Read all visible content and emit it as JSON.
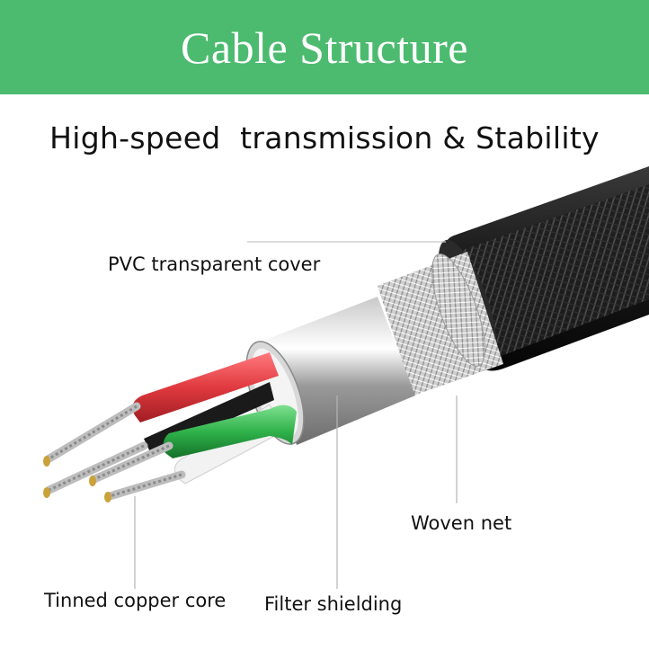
{
  "header": {
    "title": "Cable Structure",
    "background_color": "#4cbb6f"
  },
  "subtitle": "High-speed  transmission & Stability",
  "labels": {
    "pvc_cover": "PVC transparent cover",
    "woven_net": "Woven net",
    "tinned_copper_core": "Tinned copper core",
    "filter_shielding": "Filter shielding"
  },
  "wire_colors": {
    "red": "#e03a3f",
    "green": "#2fb24a",
    "white": "#f2f2f2",
    "black": "#1a1a1a"
  }
}
